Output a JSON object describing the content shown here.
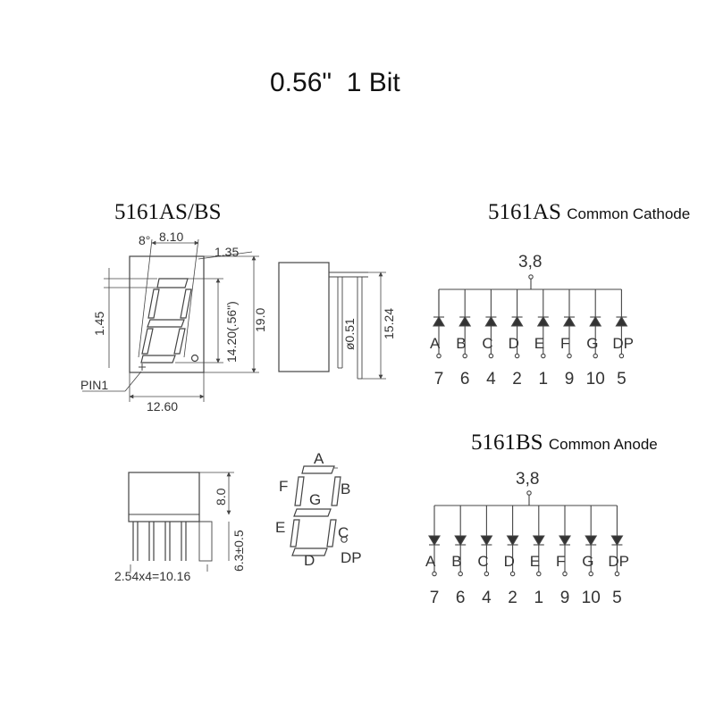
{
  "title": "0.56\"  1 Bit",
  "outline": {
    "heading": "5161AS/BS",
    "angle": "8°",
    "seg_width": "8.10",
    "dp_offset": "1.35",
    "seg_thickness": "1.45",
    "digit_height": "14.20(.56\")",
    "body_height": "19.0",
    "pin1_label": "PIN1",
    "body_width": "12.60",
    "pin_diameter": "ø0.51",
    "pin_length": "15.24",
    "depth": "8.0",
    "standoff": "6.3±0.5",
    "pitch": "2.54x4=10.16"
  },
  "segments": {
    "labels": {
      "a": "A",
      "b": "B",
      "c": "C",
      "d": "D",
      "e": "E",
      "f": "F",
      "g": "G",
      "dp": "DP"
    }
  },
  "cathode": {
    "model": "5161AS",
    "type": "Common Cathode",
    "common": "3,8",
    "segments": [
      "A",
      "B",
      "C",
      "D",
      "E",
      "F",
      "G",
      "DP"
    ],
    "pins": [
      "7",
      "6",
      "4",
      "2",
      "1",
      "9",
      "10",
      "5"
    ]
  },
  "anode": {
    "model": "5161BS",
    "type": "Common Anode",
    "common": "3,8",
    "segments": [
      "A",
      "B",
      "C",
      "D",
      "E",
      "F",
      "G",
      "DP"
    ],
    "pins": [
      "7",
      "6",
      "4",
      "2",
      "1",
      "9",
      "10",
      "5"
    ]
  }
}
